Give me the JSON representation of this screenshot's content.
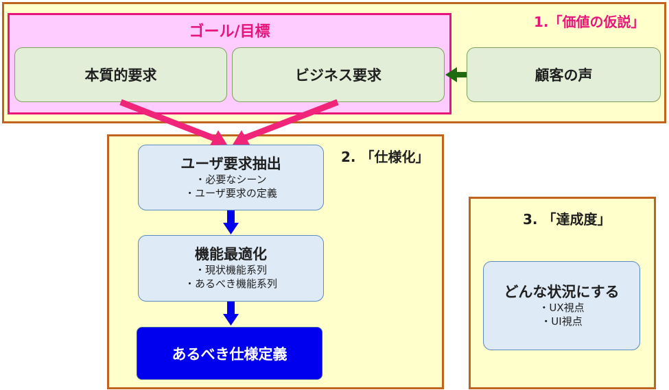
{
  "sections": {
    "hypothesis": {
      "label": "1.「価値の仮説」"
    },
    "spec": {
      "label": "2. 「仕様化」"
    },
    "achievement": {
      "label": "3. 「達成度」"
    }
  },
  "goal": {
    "title": "ゴール/目標",
    "essential": "本質的要求",
    "business": "ビジネス要求"
  },
  "customer_voice": "顧客の声",
  "spec_steps": {
    "user_req": {
      "title": "ユーザ要求抽出",
      "lines": [
        "・必要なシーン",
        "・ユーザ要求の定義"
      ]
    },
    "optimize": {
      "title": "機能最適化",
      "lines": [
        "・現状機能系列",
        "・あるべき機能系列"
      ]
    },
    "final": "あるべき仕様定義"
  },
  "situation": {
    "title": "どんな状況にする",
    "lines": [
      "・UX視点",
      "・UI視点"
    ]
  },
  "colors": {
    "section_fill": "#ffffcc",
    "section_border": "#c0631e",
    "goal_fill": "#ffccff",
    "goal_border": "#e8147a",
    "pink_arrow": "#f0257a",
    "green_arrow": "#1e6b10",
    "blue_arrow": "#0000ee",
    "final_fill": "#0000ee"
  }
}
